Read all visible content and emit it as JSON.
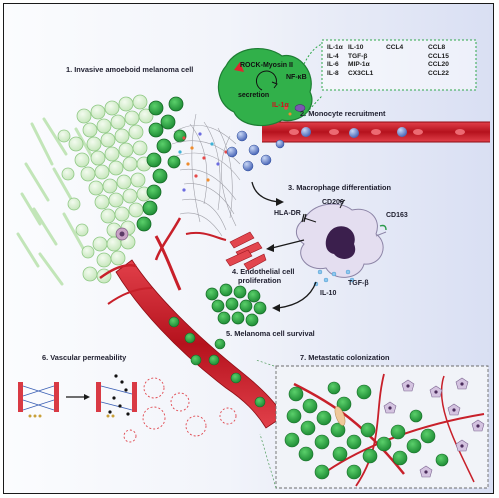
{
  "steps": {
    "s1": "1. Invasive amoeboid melanoma cell",
    "s2": "2. Monocyte recruitment",
    "s3": "3. Macrophage differentiation",
    "s4a": "4. Endothelial cell",
    "s4b": "proliferation",
    "s5": "5. Melanoma cell survival",
    "s6": "6. Vascular permeability",
    "s7": "7. Metastatic colonization"
  },
  "cell_labels": {
    "rock": "ROCK-Myosin II",
    "nfkb": "NF-κB",
    "secretion": "secretion",
    "il1a": "IL-1α"
  },
  "cytokines": {
    "col1": [
      "IL-1α",
      "IL-4",
      "IL-6",
      "IL-8"
    ],
    "col2": [
      "IL-10",
      "TGF-β",
      "MIP-1α",
      "CX3CL1"
    ],
    "col3": [
      "CCL4"
    ],
    "col4": [
      "CCL8",
      "CCL15",
      "CCL20",
      "CCL22"
    ]
  },
  "macrophage_labels": {
    "cd206": "CD206",
    "hladr": "HLA-DR",
    "cd163": "CD163",
    "tgfb": "TGF-β",
    "il10": "IL-10"
  },
  "colors": {
    "melanoma_green": "#2fa84a",
    "vessel_red": "#c8202a",
    "monocyte_blue": "#3f5fb0",
    "macrophage_purple": "#d9d3e8"
  }
}
